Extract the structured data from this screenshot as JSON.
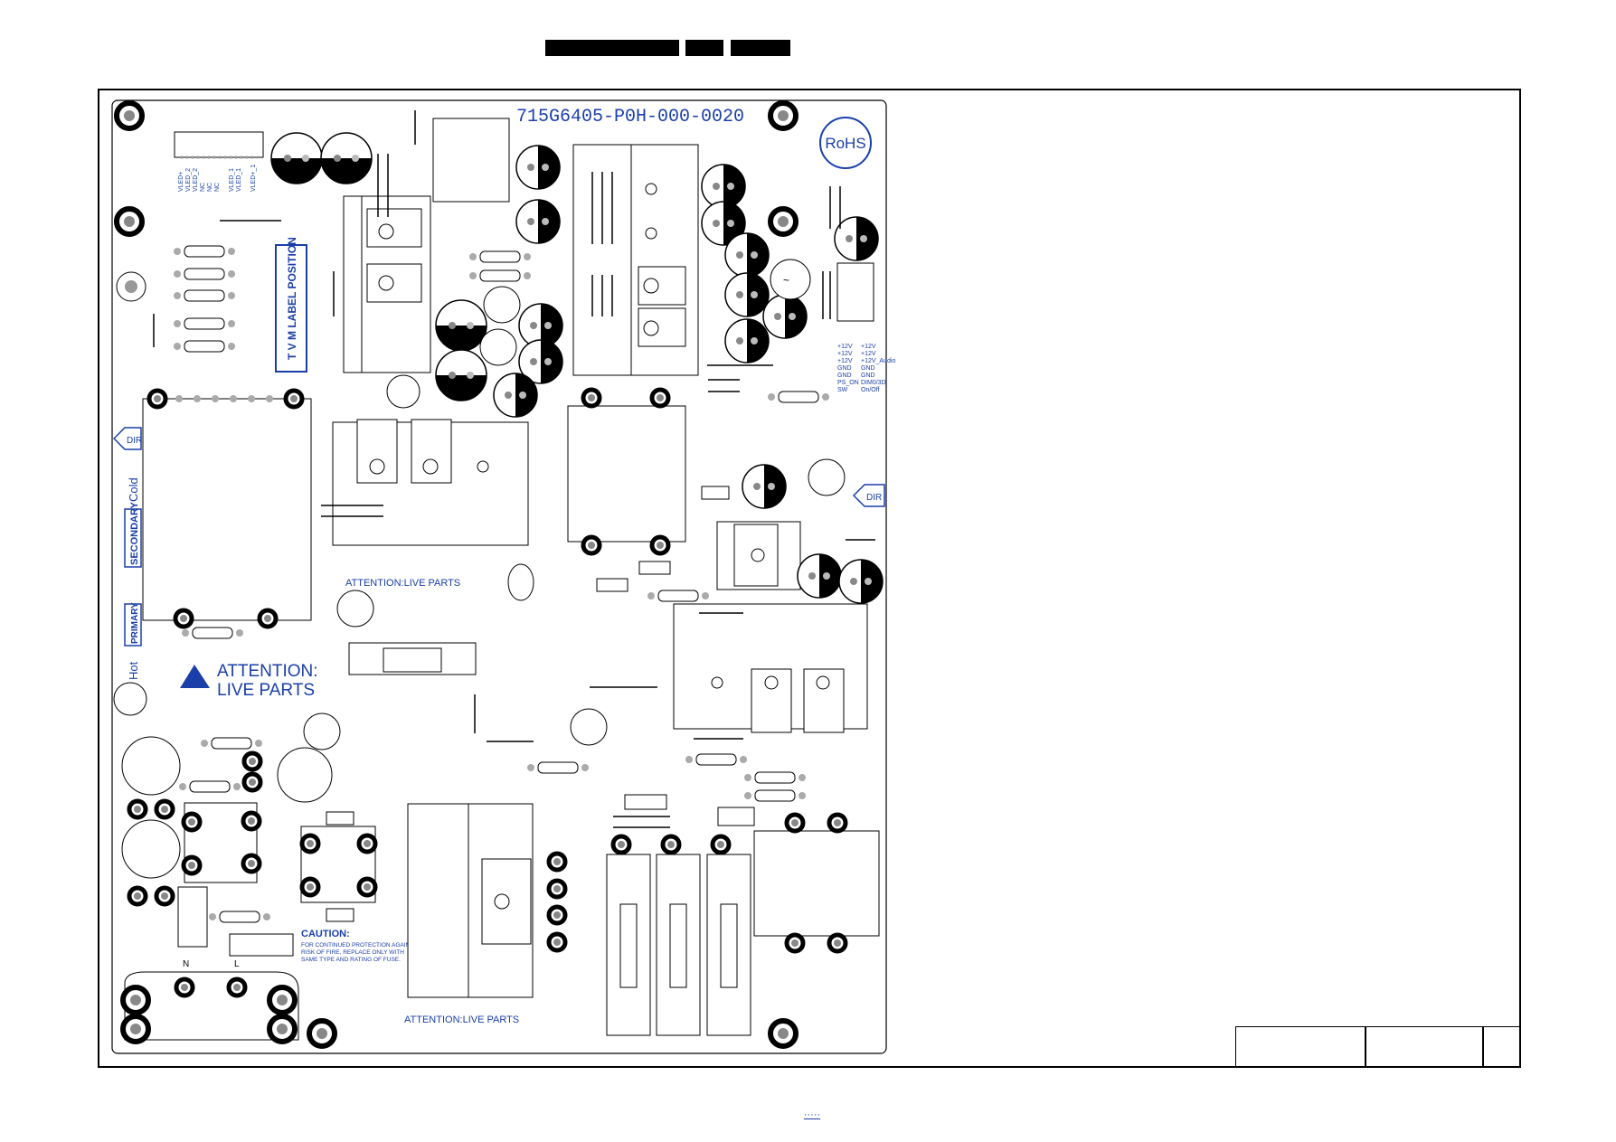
{
  "board": {
    "part_number": "715G6405-P0H-000-0020",
    "rohs": "RoHS",
    "tvm_label": "T V M LABEL POSITION",
    "secondary": "SECONDARY",
    "cold": "Cold",
    "primary": "PRIMARY",
    "hot": "Hot",
    "attention_1": "ATTENTION:",
    "attention_2": "LIVE PARTS",
    "attention_live_top": "ATTENTION:LIVE PARTS",
    "attention_live_bottom": "ATTENTION:LIVE PARTS",
    "caution_title": "CAUTION:",
    "caution_line1": "FOR CONTINUED PROTECTION AGAINST",
    "caution_line2": "RISK OF FIRE, REPLACE ONLY WITH",
    "caution_line3": "SAME TYPE AND RATING OF FUSE.",
    "dir": "DIR",
    "n_label": "N",
    "l_label": "L"
  },
  "connector_left": [
    "VLED+",
    "VLED_2",
    "VLED_2",
    "NC",
    "NC",
    "NC",
    "VLED_1",
    "VLED_1",
    "VLED+_1"
  ],
  "connector_right_a": [
    "+12V",
    "+12V",
    "+12V",
    "GND",
    "GND",
    "PS_ON",
    "SW"
  ],
  "connector_right_b": [
    "+12V",
    "+12V",
    "+12V_Audio",
    "GND",
    "GND",
    "DIM0/3D",
    "On/Off"
  ],
  "colors": {
    "ink": "#1a3fa8",
    "black": "#000000",
    "grey": "#9a9a9a"
  },
  "page_link": "·····"
}
